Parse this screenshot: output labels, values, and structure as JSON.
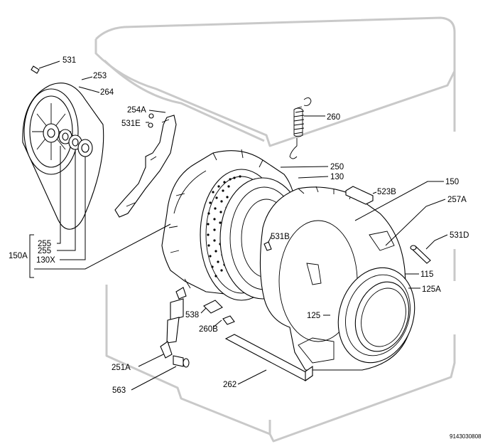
{
  "labels": {
    "p531": "531",
    "p253": "253",
    "p264": "264",
    "p254A": "254A",
    "p531E": "531E",
    "p260": "260",
    "p250": "250",
    "p130": "130",
    "p150": "150",
    "p523B": "523B",
    "p257A": "257A",
    "p531D": "531D",
    "p531B": "531B",
    "p255a": "255",
    "p255b": "255",
    "p150A": "150A",
    "p130X": "130X",
    "p115": "115",
    "p125A": "125A",
    "p538": "538",
    "p125": "125",
    "p260B": "260B",
    "p251A": "251A",
    "p563": "563",
    "p262": "262"
  },
  "drawing_code": "9143030808"
}
